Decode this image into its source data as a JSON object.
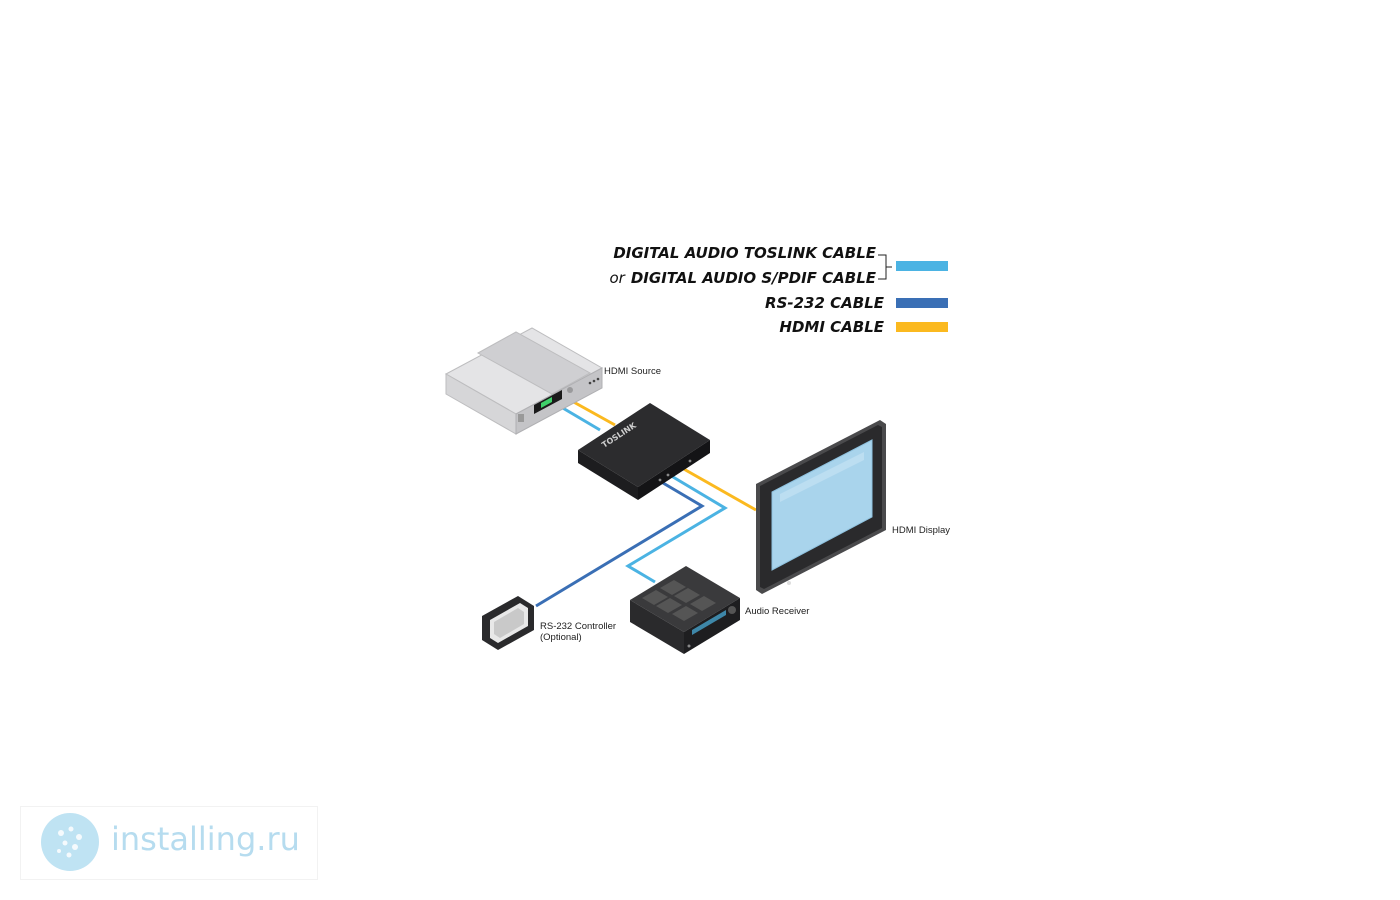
{
  "legend": {
    "toslink_label": "DIGITAL AUDIO TOSLINK CABLE",
    "or_prefix": "or",
    "spdif_label": "DIGITAL AUDIO S/PDIF CABLE",
    "rs232_label": "RS-232 CABLE",
    "hdmi_label": "HDMI CABLE"
  },
  "colors": {
    "audio_cable": "#4bb3e3",
    "rs232_cable": "#3a6fb5",
    "hdmi_cable": "#fbb91f"
  },
  "devices": {
    "hdmi_source": "HDMI Source",
    "hdmi_display": "HDMI Display",
    "audio_receiver": "Audio Receiver",
    "rs232_controller_line1": "RS-232 Controller",
    "rs232_controller_line2": "(Optional)",
    "extractor_brand": "TOSLINK"
  },
  "watermark": {
    "text": "installing.ru"
  }
}
